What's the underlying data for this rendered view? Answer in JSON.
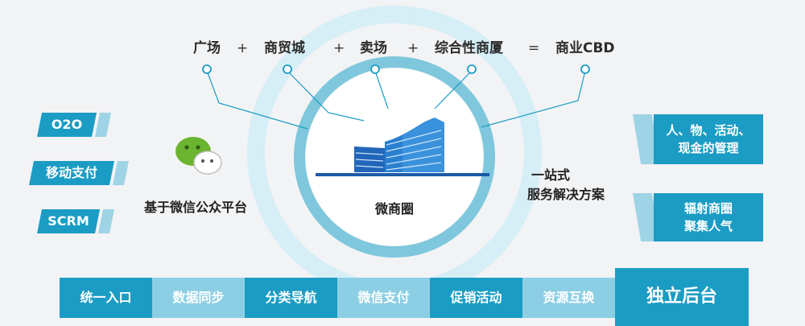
{
  "formula": {
    "items": [
      "广场",
      "商贸城",
      "卖场",
      "综合性商厦",
      "商业CBD"
    ],
    "ops": [
      "+",
      "+",
      "+",
      "="
    ]
  },
  "left_tags": [
    "O2O",
    "移动支付",
    "SCRM"
  ],
  "center_labels": {
    "wechat": "基于微信公众平台",
    "circle": "微商圈",
    "solution_line1": "一站式",
    "solution_line2": "服务解决方案"
  },
  "right_tags": [
    {
      "line1": "人、物、活动、",
      "line2": "现金的管理"
    },
    {
      "line1": "辐射商圈",
      "line2": "聚集人气"
    }
  ],
  "bottom_bar": {
    "cells": [
      "统一入口",
      "数据同步",
      "分类导航",
      "微信支付",
      "促销活动",
      "资源互换"
    ],
    "main": "独立后台"
  },
  "colors": {
    "accent": "#1b9cc4",
    "accent_light": "#8ccfe4",
    "ring": "#7ec7dc",
    "outer_ring": "#d6eef6"
  },
  "icons": [
    "wechat-icon",
    "building-icon"
  ]
}
